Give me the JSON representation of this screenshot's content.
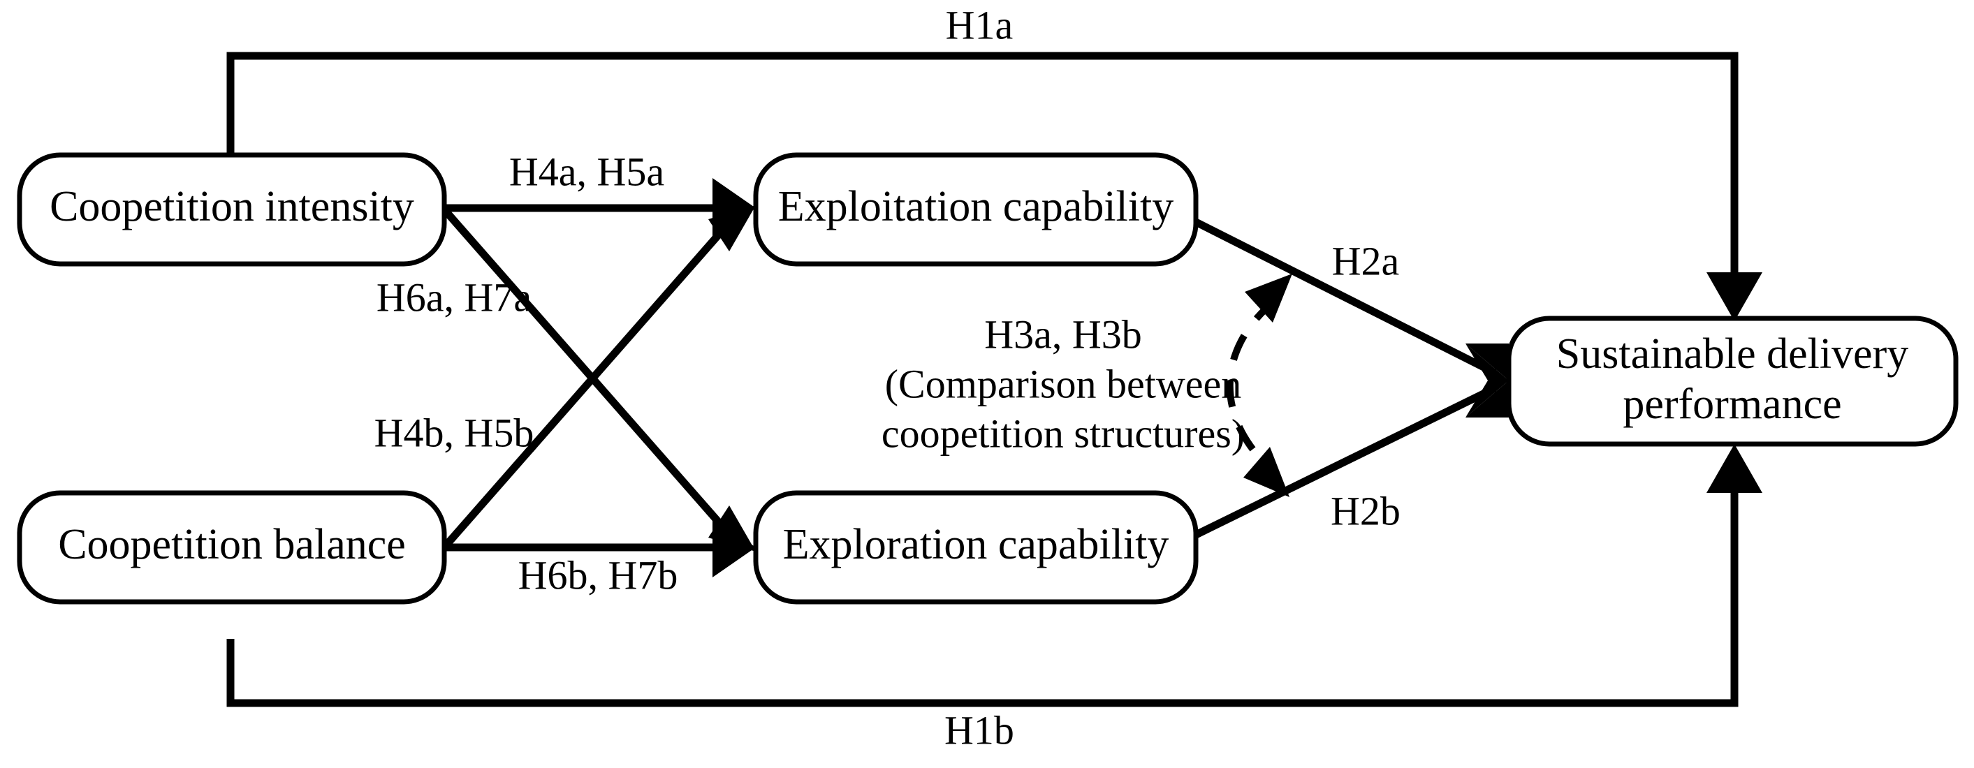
{
  "diagram": {
    "type": "conceptual-research-model",
    "title_visible": false,
    "nodes": [
      {
        "id": "coopetition-intensity",
        "label": "Coopetition intensity"
      },
      {
        "id": "coopetition-balance",
        "label": "Coopetition balance"
      },
      {
        "id": "exploitation-capability",
        "label": "Exploitation capability"
      },
      {
        "id": "exploration-capability",
        "label": "Exploration capability"
      },
      {
        "id": "sustainable-performance",
        "label_line1": "Sustainable delivery",
        "label_line2": "performance"
      }
    ],
    "edge_labels": {
      "h1a": "H1a",
      "h1b": "H1b",
      "h2a": "H2a",
      "h2b": "H2b",
      "h3_line1": "H3a, H3b",
      "h3_line2": "(Comparison between",
      "h3_line3": "coopetition structures)",
      "h4a_h5a": "H4a, H5a",
      "h6a_h7a": "H6a, H7a",
      "h4b_h5b": "H4b, H5b",
      "h6b_h7b": "H6b, H7b"
    },
    "colors": {
      "stroke": "#000000",
      "fill": "#ffffff",
      "text": "#000000"
    }
  }
}
